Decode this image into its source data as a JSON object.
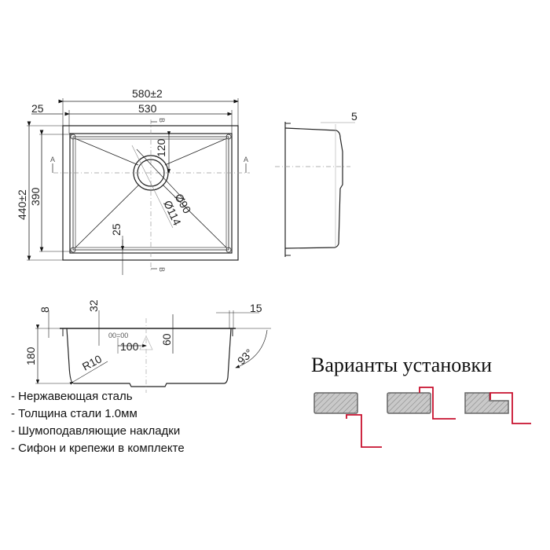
{
  "plan_view": {
    "dims": {
      "overall_width": "580±2",
      "bowl_width": "530",
      "flange": "25",
      "overall_depth": "440±2",
      "bowl_depth": "390",
      "drain_offset": "120",
      "bottom_offset": "25",
      "drain_inner": "Ø90",
      "drain_outer": "Ø114"
    },
    "section_labels": {
      "a_left": "A",
      "a_right": "A",
      "b_top": "B",
      "b_bottom": "B"
    }
  },
  "side_view": {
    "dims": {
      "lip": "5"
    }
  },
  "section_view": {
    "dims": {
      "flange_thk": "8",
      "overflow_offset": "32",
      "depth": "180",
      "radius": "R10",
      "overflow_pos": "100",
      "overflow_height": "60",
      "rim": "15",
      "angle": "93°"
    },
    "overflow_symbol": "00=00"
  },
  "features": [
    "- Нержавеющая сталь",
    "- Толщина стали 1.0мм",
    "- Шумоподавляющие накладки",
    "- Сифон и крепежи в комплекте"
  ],
  "installation": {
    "title": "Варианты установки",
    "accent_color": "#c8102e",
    "counter_color": "#b8b8b8"
  }
}
